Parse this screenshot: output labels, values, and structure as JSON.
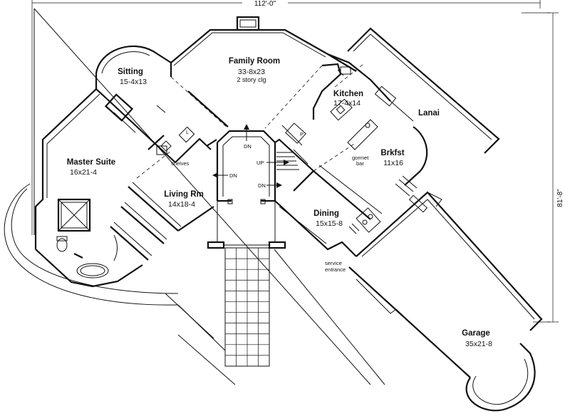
{
  "dimensions": {
    "width": "112'-0\"",
    "depth": "81'-8\""
  },
  "rooms": {
    "family_room": {
      "name": "Family Room",
      "size": "33-8x23",
      "note": "2 story clg"
    },
    "sitting": {
      "name": "Sitting",
      "size": "15-4x13"
    },
    "master_suite": {
      "name": "Master Suite",
      "size": "16x21-4"
    },
    "living_rm": {
      "name": "Living Rm",
      "size": "14x18-4"
    },
    "kitchen": {
      "name": "Kitchen",
      "size": "17-4x14"
    },
    "lanai": {
      "name": "Lanai"
    },
    "brkfst": {
      "name": "Brkfst",
      "size": "11x16"
    },
    "dining": {
      "name": "Dining",
      "size": "15x15-8"
    },
    "garage": {
      "name": "Garage",
      "size": "35x21-8"
    }
  },
  "labels": {
    "shelves": "shelves",
    "gormet_bar_1": "gormet",
    "gormet_bar_2": "bar",
    "service_1": "service",
    "service_2": "entrance",
    "up": "UP",
    "dn_top": "DN",
    "dn_left": "DN",
    "dn_right": "DN",
    "pantry": "P",
    "linen": "L"
  }
}
